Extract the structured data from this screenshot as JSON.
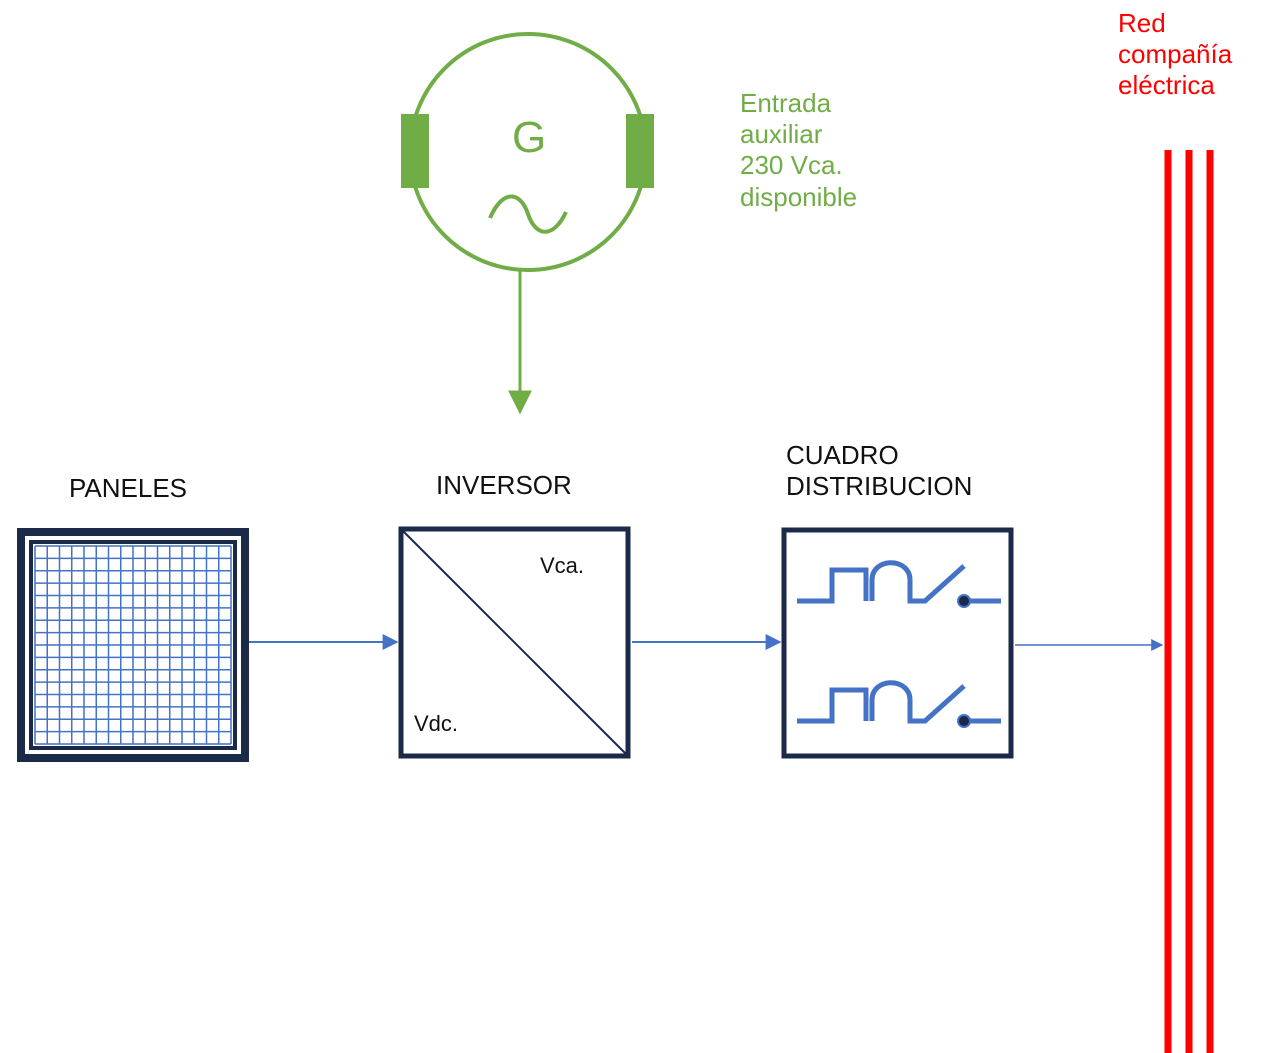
{
  "generator": {
    "symbol": "G",
    "wave_symbol": "~",
    "label_lines": [
      "Entrada",
      "auxiliar",
      "230 Vca.",
      "disponible"
    ]
  },
  "panels": {
    "label": "PANELES"
  },
  "inverter": {
    "label": "INVERSOR",
    "ac_label": "Vca.",
    "dc_label": "Vdc."
  },
  "distribution": {
    "label_lines": [
      "CUADRO",
      "DISTRIBUCION"
    ]
  },
  "grid": {
    "label_lines": [
      "Red",
      "compañía",
      "eléctrica"
    ]
  },
  "colors": {
    "dark": "#1b2a49",
    "flow": "#4472c4",
    "generator": "#70ad47",
    "grid": "#ff0000"
  }
}
